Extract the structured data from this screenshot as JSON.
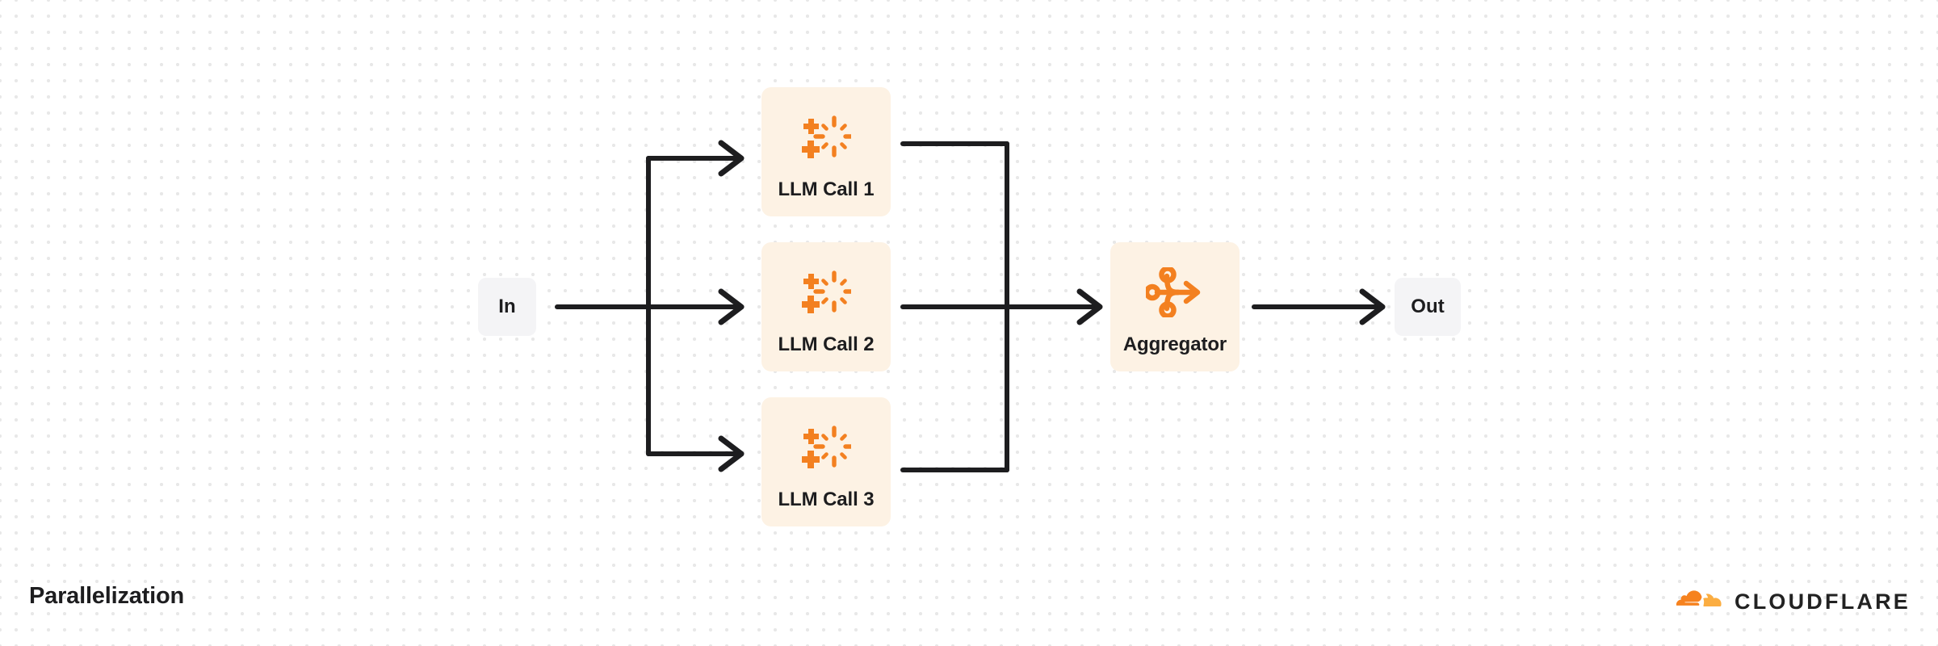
{
  "diagram": {
    "title": "Parallelization",
    "type": "flow-diagram",
    "background": "#ffffff",
    "grid": "dotted",
    "colors": {
      "accent": "#F38020",
      "card_bg": "#FDF2E4",
      "io_bg": "#F4F4F6",
      "line": "#1d1d1f",
      "text": "#1d1d1f",
      "grid_dot": "#E8E8E8"
    },
    "nodes": [
      {
        "id": "in",
        "label": "In",
        "kind": "io",
        "icon": null
      },
      {
        "id": "llm1",
        "label": "LLM Call 1",
        "kind": "card",
        "icon": "ai-sparkle-icon"
      },
      {
        "id": "llm2",
        "label": "LLM Call 2",
        "kind": "card",
        "icon": "ai-sparkle-icon"
      },
      {
        "id": "llm3",
        "label": "LLM Call 3",
        "kind": "card",
        "icon": "ai-sparkle-icon"
      },
      {
        "id": "aggregator",
        "label": "Aggregator",
        "kind": "card",
        "icon": "merge-arrow-icon"
      },
      {
        "id": "out",
        "label": "Out",
        "kind": "io",
        "icon": null
      }
    ],
    "edges": [
      {
        "from": "in",
        "to": "llm1",
        "style": "orthogonal",
        "arrow": true
      },
      {
        "from": "in",
        "to": "llm2",
        "style": "straight",
        "arrow": true
      },
      {
        "from": "in",
        "to": "llm3",
        "style": "orthogonal",
        "arrow": true
      },
      {
        "from": "llm1",
        "to": "aggregator",
        "style": "orthogonal",
        "arrow": false
      },
      {
        "from": "llm2",
        "to": "aggregator",
        "style": "straight",
        "arrow": true
      },
      {
        "from": "llm3",
        "to": "aggregator",
        "style": "orthogonal",
        "arrow": false
      },
      {
        "from": "aggregator",
        "to": "out",
        "style": "straight",
        "arrow": true
      }
    ]
  },
  "brand": {
    "name": "CLOUDFLARE",
    "logo": "cloudflare-cloud-icon"
  }
}
